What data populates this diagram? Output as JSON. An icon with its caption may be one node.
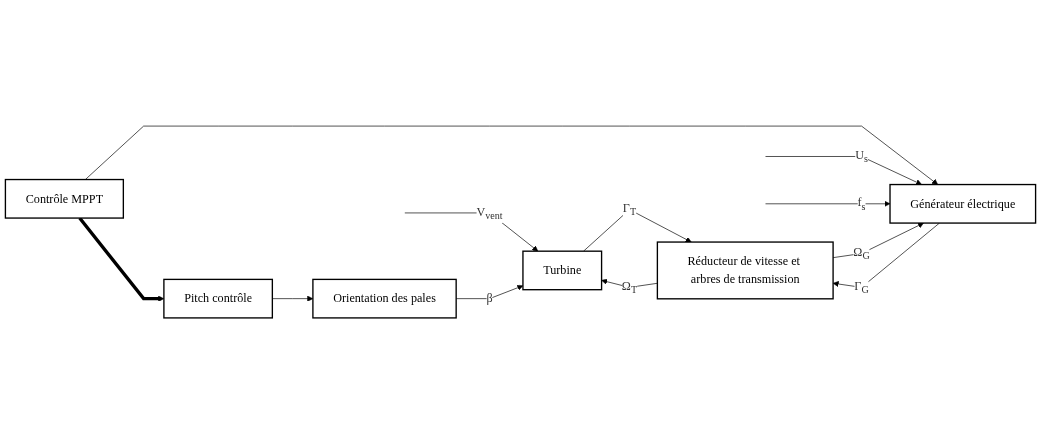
{
  "diagram": {
    "nodes": [
      {
        "text": [
          "Turbine"
        ]
      },
      {
        "text": [
          "Réducteur de vitesse et arbres de transmission"
        ]
      },
      {
        "text": [
          "Générateur électrique"
        ]
      },
      {
        "text": [
          "Orientation des pales"
        ]
      },
      {
        "text": [
          "Pitch contrôle"
        ]
      },
      {
        "text": [
          "Contrôle MPPT"
        ]
      }
    ],
    "edges": [
      {
        "from": null,
        "to": 0,
        "arrow": "to",
        "label": "V$_{vent}$"
      },
      {
        "from": 0,
        "to": 1,
        "arrow": "to",
        "label": "Γ$_{T}$"
      },
      {
        "from": 1,
        "to": 0,
        "arrow": "to",
        "label": "Ω$_{T}$"
      },
      {
        "from": 1,
        "to": 2,
        "arrow": "to",
        "label": "Ω$_{G}$"
      },
      {
        "from": 2,
        "to": 1,
        "arrow": "to",
        "label": "Γ$_{G}$"
      },
      {
        "from": null,
        "to": 2,
        "arrow": "to",
        "label": "U$_{s}$"
      },
      {
        "from": null,
        "to": 2,
        "arrow": "to",
        "label": "f$_{s}$"
      },
      {
        "from": 3,
        "to": 0,
        "arrow": "to",
        "label": "β"
      },
      {
        "from": 5,
        "to": 2,
        "arrow": "to"
      },
      {
        "from": 5,
        "to": 4,
        "arrow": "to",
        "style": "thick"
      },
      {
        "from": 4,
        "to": 3,
        "arrow": "to"
      }
    ]
  }
}
